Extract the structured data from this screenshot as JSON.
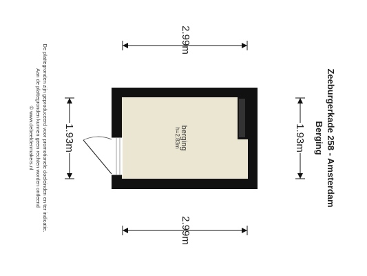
{
  "header": {
    "title": "Zeeburgerkade 258 - Amsterdam",
    "subtitle": "Berging"
  },
  "disclaimer": {
    "line1": "De plattegronden zijn geproduceerd voor promotionele doeleinden en ter indicatie.",
    "line2": "Aan de plattegronden kunnen geen rechten worden ontleend",
    "line3": "© www.debeeldenmakers.nl"
  },
  "room": {
    "name": "berging",
    "height": "h=2.83m"
  },
  "dimensions": {
    "top": "2.99m",
    "bottom": "2.99m",
    "left": "1.93m",
    "right": "1.93m"
  },
  "colors": {
    "wall": "#111111",
    "floor": "#eae6d2",
    "dimension_line": "#111111"
  }
}
